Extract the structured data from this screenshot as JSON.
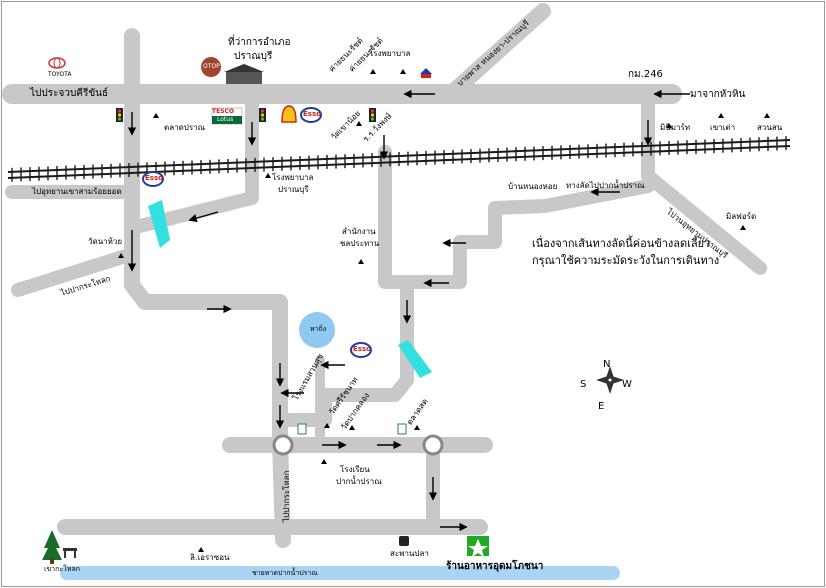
{
  "labels": {
    "prachuap_khiri_khan": "ไปประจวบคีรีขันธ์",
    "highway_km": "กม.246",
    "from_hua_hin": "มาจากหัวหิน",
    "bypass_nongya": "บายพาส หนองยา-ปราณบุรี",
    "district_office_1": "ที่ว่าการอำเภอ",
    "district_office_2": "ปราณบุรี",
    "khao_noi_1": "ค่ายธนะรัชต์",
    "khao_noi_2": "โรงพยาบาล",
    "khao_noi_3": "ค่ายธนะรัชต์",
    "talat_pranburi": "ตลาดปราณ",
    "wat_khao": "วัดเขาน้อย",
    "ranong_rd": "ร.ร.วังพงษ์",
    "minimart": "มินิมาร์ท",
    "khao_tao": "เขาเต่า",
    "suan_son": "สวนสน",
    "khao_sam_roi_yot": "ไปอุทยานเขาสามร้อยยอด",
    "hospital_1": "โรงพยาบาล",
    "hospital_2": "ปราณบุรี",
    "ban_nong_hoi": "บ้านหนองหอย",
    "pak_nam_junction": "ทางลัดไปปากน้ำปราณ",
    "pranburi_park": "ไปวนอุทยานปราณบุรี",
    "mil_ford": "มิลฟอร์ด",
    "wat_nong_yai": "วัดนาห้วย",
    "to_nong_pho": "ไปปากระโหลก",
    "office_1": "สำนักงาน",
    "office_2": "ชลประทาน",
    "warning_1": "เนื่องจากเส้นทางลัดนี้ค่อนข้างลดเลี้ยว",
    "warning_2": "กรุณาใช้ความระมัดระวังในการเดินทาง",
    "pond": "หาถิ่ง",
    "school_hospital": "โรงแรมสวนสุข",
    "wat_prasat": "วัดปากคลอง",
    "wat_suwan": "วัดศรีรัชนาท",
    "market": "ตลาดสด",
    "school_1": "โรงเรียน",
    "school_2": "ปากน้ำปราณ",
    "to_pak_nam": "ไปปากระโหลก",
    "beach": "ชายหาดปากน้ำปราณ",
    "pier": "สะพานปลา",
    "restaurant": "ร้านอาหารอุดมโภชนา",
    "khao_kalok": "เขากะโหลก",
    "sea_view": "ลิ.เอราซอน",
    "compass_n": "N",
    "compass_s": "S",
    "compass_e": "E",
    "compass_w": "W"
  },
  "brands": {
    "toyota": "TOYOTA",
    "otop": "OTOP",
    "tesco": "TESCO",
    "lotus": "Lotus",
    "esso": "Esso",
    "shell": "Shell"
  },
  "colors": {
    "road": "#c8c8c8",
    "rail": "#1a1a1a",
    "river": "#33e0e0",
    "water": "#8fc8f0",
    "arrow": "#000000",
    "restaurant": "#22aa22",
    "esso_blue": "#1f3f9f",
    "esso_red": "#d42020"
  }
}
